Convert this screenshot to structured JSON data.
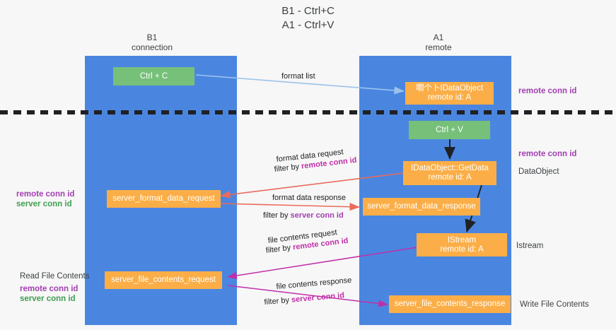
{
  "title": "B1 - Ctrl+C\nA1 - Ctrl+V",
  "colors": {
    "lane": "#4a86e0",
    "node_orange": "#fbae47",
    "node_green": "#76c07a",
    "accent_purple": "#a13fb0",
    "accent_green": "#3f9e52",
    "accent_magenta": "#c02fa8",
    "arrow_blue": "#9cc3ea",
    "arrow_red": "#ea6a5b",
    "arrow_black": "#202124",
    "background": "#f7f7f7"
  },
  "columns": [
    {
      "name": "B1",
      "sub": "connection"
    },
    {
      "name": "A1",
      "sub": "remote"
    }
  ],
  "nodes": [
    {
      "id": "ctrl-c",
      "label": "Ctrl + C",
      "kind": "green"
    },
    {
      "id": "idataobject",
      "label": "嚪个卜IDataObject",
      "label2": "remote id: A",
      "kind": "orange"
    },
    {
      "id": "ctrl-v",
      "label": "Ctrl + V",
      "kind": "green"
    },
    {
      "id": "getdata",
      "label": "IDataObject::GetData",
      "label2": "remote id: A",
      "kind": "orange"
    },
    {
      "id": "server-format-data-request",
      "label": "server_format_data_request",
      "kind": "orange"
    },
    {
      "id": "server-format-data-response",
      "label": "server_format_data_response",
      "kind": "orange"
    },
    {
      "id": "istream",
      "label": "IStream",
      "label2": "remote id: A",
      "kind": "orange"
    },
    {
      "id": "server-file-contents-request",
      "label": "server_file_contents_request",
      "kind": "orange"
    },
    {
      "id": "server-file-contents-response",
      "label": "server_file_contents_response",
      "kind": "orange"
    }
  ],
  "arrow_labels": {
    "format_list": "format list",
    "format_data_request": "format data request",
    "format_data_request_filter_prefix": "filter by ",
    "format_data_request_filter_value": "remote conn id",
    "format_data_response": "format data response",
    "format_data_response_filter_prefix": "filter by ",
    "format_data_response_filter_value": "server conn id",
    "file_contents_request": "file contents request",
    "file_contents_request_filter_prefix": "filter by ",
    "file_contents_request_filter_value": "remote conn id",
    "file_contents_response": "file contents response",
    "file_contents_response_filter_prefix": "filter by ",
    "file_contents_response_filter_value": "server conn id"
  },
  "side_labels": {
    "right_remote_conn_id_top": "remote conn id",
    "right_remote_conn_id_mid": "remote conn id",
    "right_dataobject": "DataObject",
    "right_istream": "Istream",
    "right_write_file_contents": "Write File Contents",
    "left_remote_conn_id_mid": "remote conn id",
    "left_server_conn_id_mid": "server conn id",
    "left_read_file_contents": "Read File Contents",
    "left_remote_conn_id_bottom": "remote conn id",
    "left_server_conn_id_bottom": "server conn id"
  }
}
